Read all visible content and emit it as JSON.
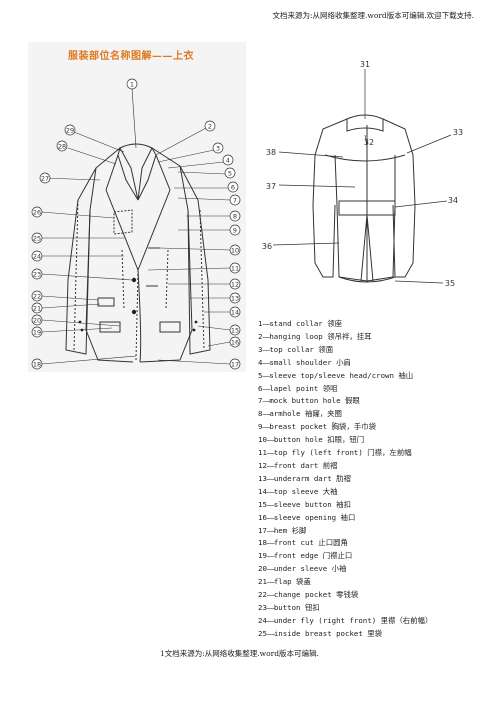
{
  "header_note": "文档来源为:从网络收集整理.word版本可编辑.欢迎下载支持.",
  "footer_note": "1文档来源为:从网络收集整理.word版本可编辑.",
  "left_title": "服装部位名称图解——上衣",
  "left_callouts": [
    "1",
    "2",
    "3",
    "4",
    "5",
    "6",
    "7",
    "8",
    "9",
    "10",
    "11",
    "12",
    "13",
    "14",
    "15",
    "16",
    "17",
    "18",
    "19",
    "20",
    "21",
    "22",
    "23",
    "24",
    "25",
    "26",
    "27",
    "28",
    "29"
  ],
  "right_callouts": [
    "31",
    "32",
    "33",
    "34",
    "35",
    "36",
    "37",
    "38"
  ],
  "legend": [
    {
      "num": "1",
      "text": "stand collar 领座"
    },
    {
      "num": "2",
      "text": "hanging loop 领吊袢，挂耳"
    },
    {
      "num": "3",
      "text": "top collar 领面"
    },
    {
      "num": "4",
      "text": "small shoulder 小肩"
    },
    {
      "num": "5",
      "text": "sleeve top/sleeve head/crown 袖山"
    },
    {
      "num": "6",
      "text": "lapel point 领咀"
    },
    {
      "num": "7",
      "text": "mock button hole 假眼"
    },
    {
      "num": "8",
      "text": "armhole 袖窿，夹圈"
    },
    {
      "num": "9",
      "text": "breast pocket 胸袋，手巾袋"
    },
    {
      "num": "10",
      "text": "button hole 扣眼，钮门"
    },
    {
      "num": "11",
      "text": "top fly (left front) 门襟，左前幅"
    },
    {
      "num": "12",
      "text": "front dart 前褶"
    },
    {
      "num": "13",
      "text": "underarm dart 肋褶"
    },
    {
      "num": "14",
      "text": "top sleeve 大袖"
    },
    {
      "num": "15",
      "text": "sleeve button 袖扣"
    },
    {
      "num": "16",
      "text": "sleeve opening 袖口"
    },
    {
      "num": "17",
      "text": "hem 衫脚"
    },
    {
      "num": "18",
      "text": "front cut 止口圆角"
    },
    {
      "num": "19",
      "text": "front edge 门襟止口"
    },
    {
      "num": "20",
      "text": "under sleeve 小袖"
    },
    {
      "num": "21",
      "text": "flap 袋盖"
    },
    {
      "num": "22",
      "text": "change pocket 零钱袋"
    },
    {
      "num": "23",
      "text": "button 钮扣"
    },
    {
      "num": "24",
      "text": "under fly (right front) 里襟（右前幅）"
    },
    {
      "num": "25",
      "text": "inside breast pocket 里袋"
    }
  ]
}
